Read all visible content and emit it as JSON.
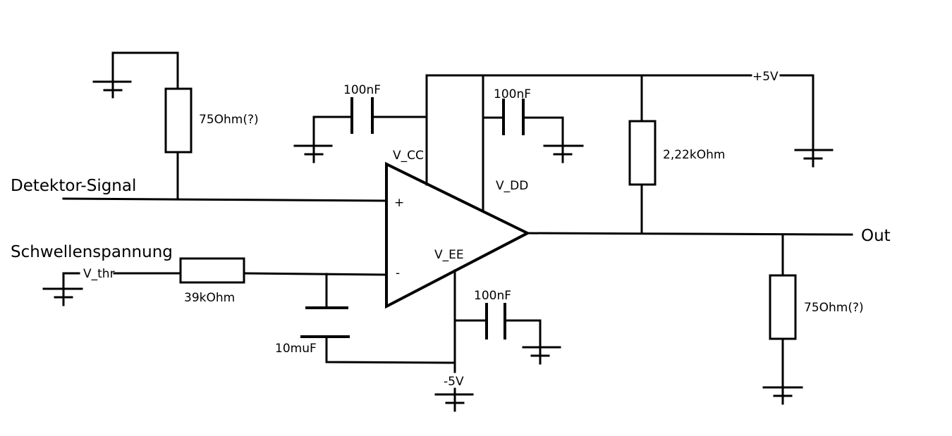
{
  "labels": {
    "r_top": "75Ohm(?)",
    "c_vcc": "100nF",
    "c_vdd": "100nF",
    "plus5": "+5V",
    "r_feedback": "2,22kOhm",
    "vcc": "V_CC",
    "vdd": "V_DD",
    "vee": "V_EE",
    "detector": "Detektor-Signal",
    "threshold": "Schwellenspannung",
    "vthr": "V_thr",
    "r_thr": "39kOhm",
    "c_thr": "10muF",
    "c_vee": "100nF",
    "minus5": "-5V",
    "out": "Out",
    "r_out": "75Ohm(?)",
    "plus": "+",
    "minus": "-"
  }
}
